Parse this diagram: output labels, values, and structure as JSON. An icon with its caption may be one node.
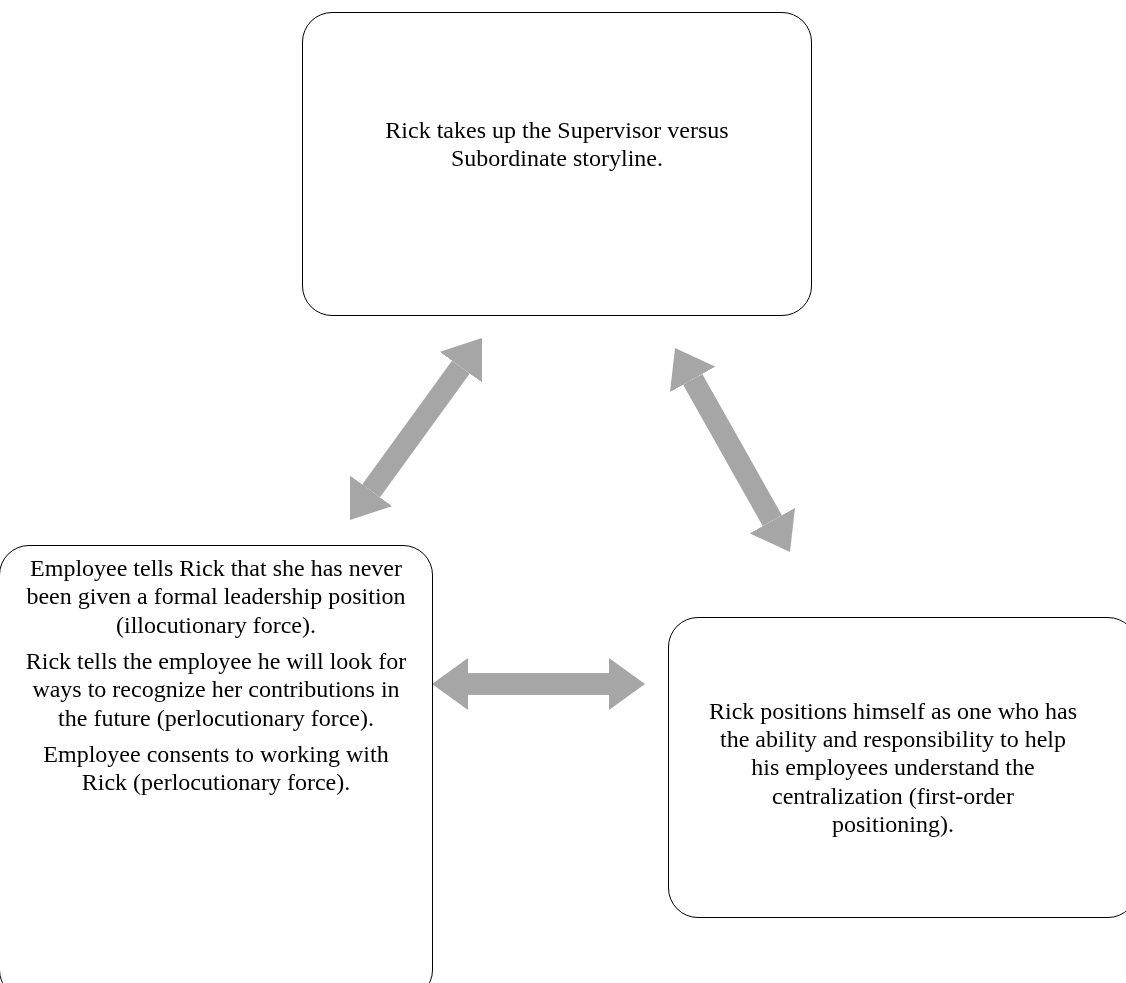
{
  "diagram": {
    "nodes": [
      {
        "text": [
          "Rick takes up the Supervisor versus Subordinate storyline."
        ]
      },
      {
        "text": [
          "Employee tells Rick that she has never been given a formal leadership position (illocutionary force).",
          "Rick tells the employee he will look for ways to recognize her contributions in the future (perlocutionary force).",
          "Employee consents to working with Rick (perlocutionary force)."
        ]
      },
      {
        "text": [
          "Rick positions himself as one who has the ability and responsibility to help his employees understand the centralization (first-order positioning)."
        ]
      }
    ],
    "edges": [
      {
        "from": 1,
        "to": 0,
        "arrow": "both"
      },
      {
        "from": 0,
        "to": 2,
        "arrow": "both"
      },
      {
        "from": 1,
        "to": 2,
        "arrow": "both"
      }
    ]
  }
}
